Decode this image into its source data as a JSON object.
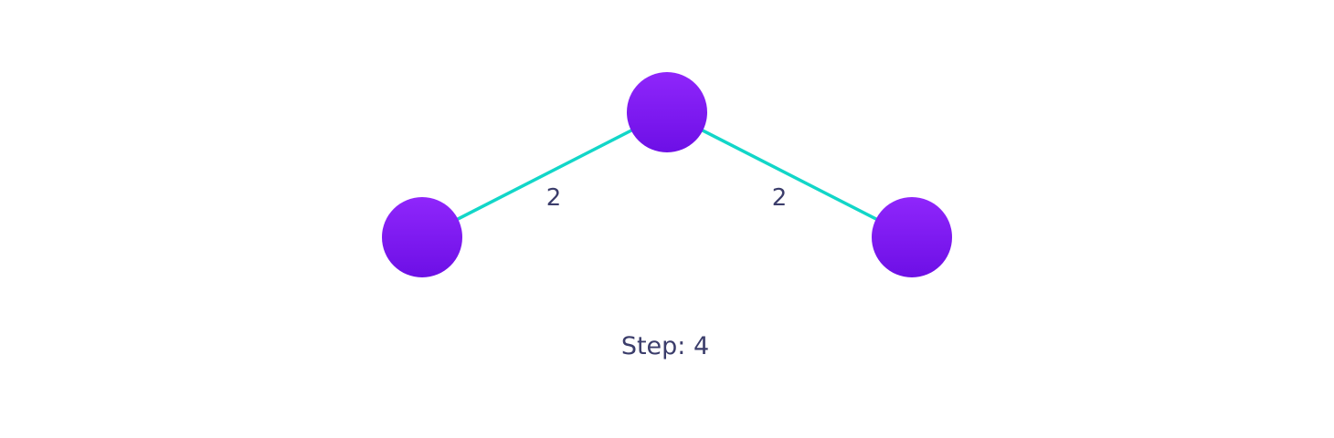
{
  "graph": {
    "node_color_top": "#8f26fb",
    "node_color_bottom": "#6d0fe6",
    "edge_color": "#12d6c8",
    "nodes": [
      {
        "id": "root"
      },
      {
        "id": "left"
      },
      {
        "id": "right"
      }
    ],
    "edges": [
      {
        "from": "root",
        "to": "left",
        "weight": "2"
      },
      {
        "from": "root",
        "to": "right",
        "weight": "2"
      }
    ]
  },
  "step_label": "Step: 4"
}
